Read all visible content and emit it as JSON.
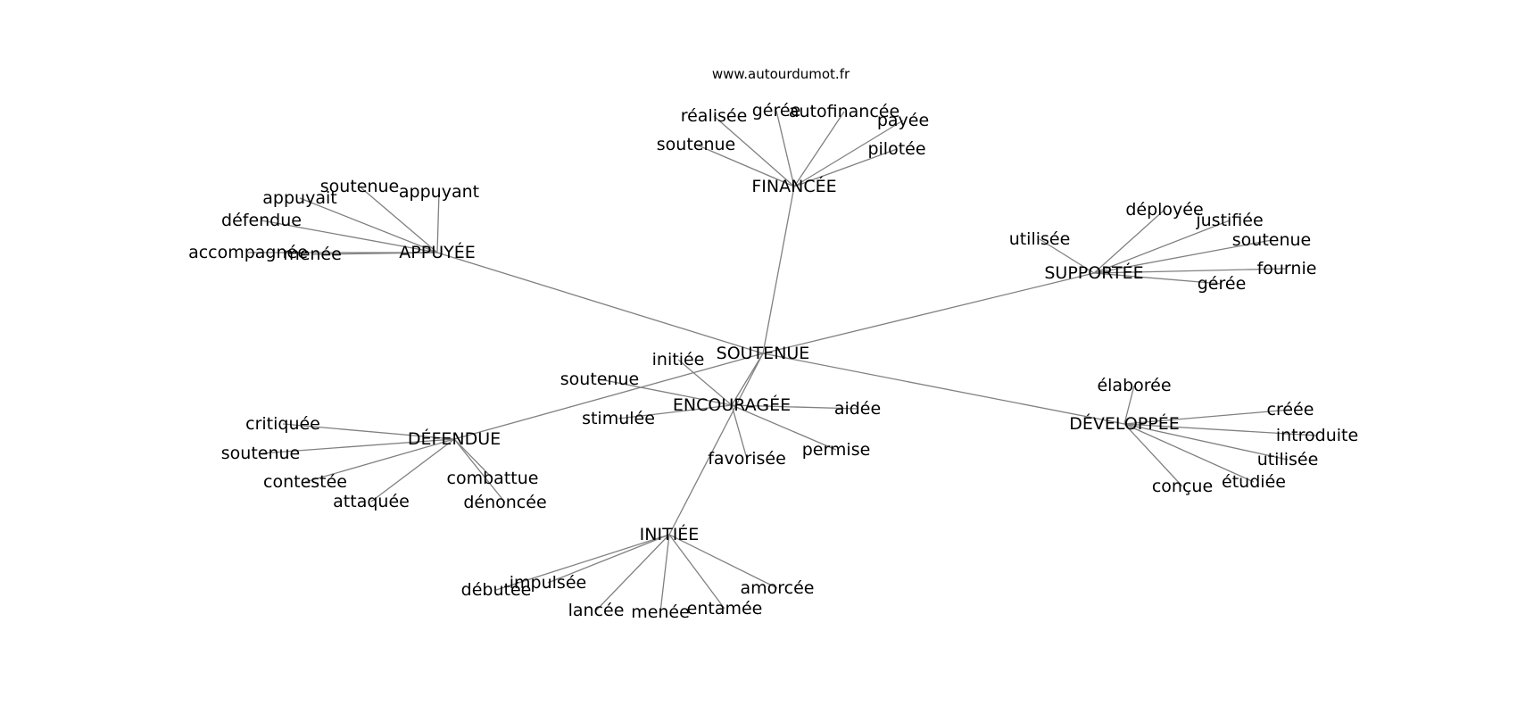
{
  "watermark": "www.autourdumot.fr",
  "center": "SOUTENUE",
  "hubs": [
    {
      "id": "financee",
      "label": "FINANCÉE",
      "leaves": [
        "réalisée",
        "gérée",
        "autofinancée",
        "payée",
        "pilotée",
        "soutenue"
      ]
    },
    {
      "id": "appuyee",
      "label": "APPUYÉE",
      "leaves": [
        "soutenue",
        "appuyant",
        "appuyait",
        "défendue",
        "accompagnée",
        "menée"
      ]
    },
    {
      "id": "supportee",
      "label": "SUPPORTÉE",
      "leaves": [
        "utilisée",
        "déployée",
        "justifiée",
        "soutenue",
        "fournie",
        "gérée"
      ]
    },
    {
      "id": "encouragee",
      "label": "ENCOURAGÉE",
      "leaves": [
        "initiée",
        "soutenue",
        "stimulée",
        "aidée",
        "permise",
        "favorisée"
      ]
    },
    {
      "id": "defendue",
      "label": "DÉFENDUE",
      "leaves": [
        "critiquée",
        "soutenue",
        "contestée",
        "attaquée",
        "combattue",
        "dénoncée"
      ]
    },
    {
      "id": "developpee",
      "label": "DÉVELOPPÉE",
      "leaves": [
        "élaborée",
        "créée",
        "introduite",
        "utilisée",
        "étudiée",
        "conçue"
      ]
    },
    {
      "id": "initiee",
      "label": "INITIÉE",
      "leaves": [
        "impulsée",
        "débutée",
        "lancée",
        "menée",
        "entamée",
        "amorcée"
      ]
    }
  ]
}
